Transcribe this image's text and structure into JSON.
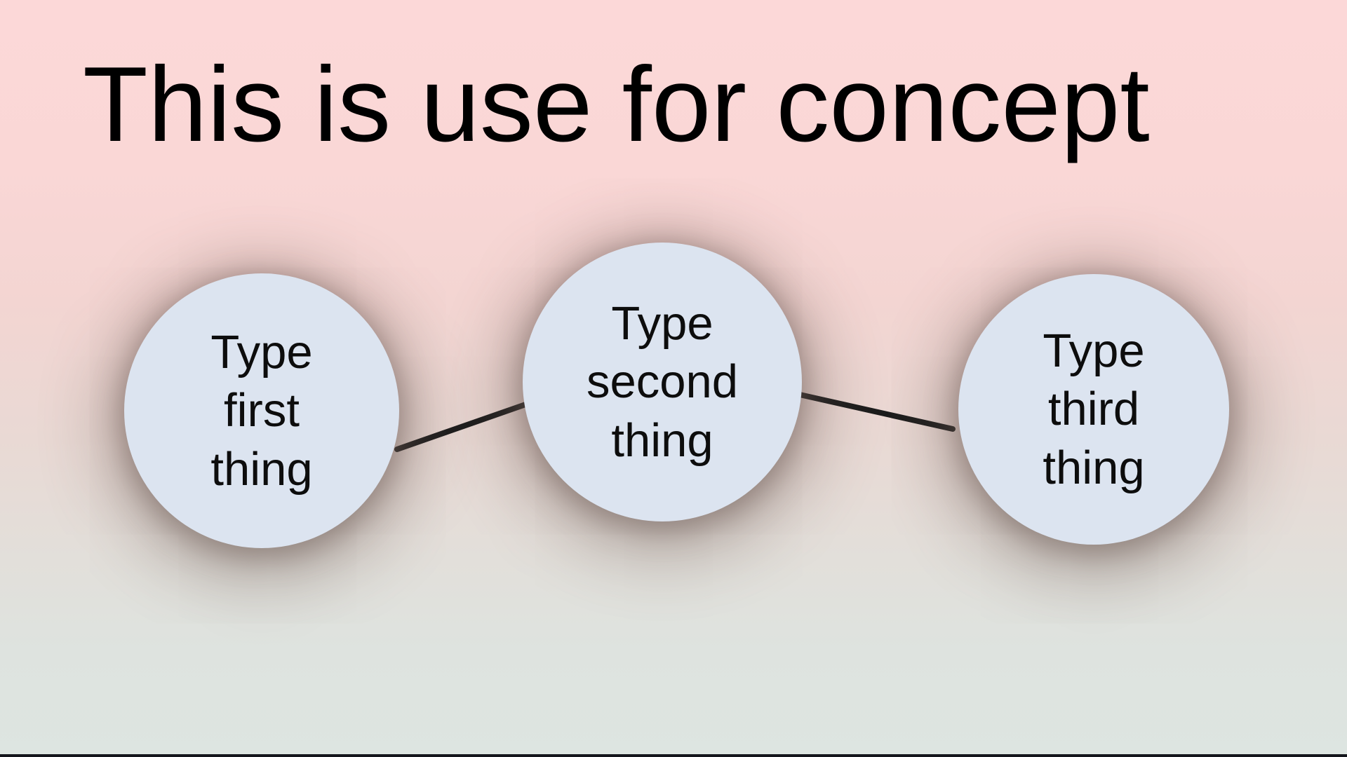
{
  "slide": {
    "title": "This is use for concept",
    "title_color": "#000000",
    "background_top_color": "#fcd8d8",
    "background_bottom_color": "#dde5e1",
    "bottom_bar_color": "#14161c"
  },
  "diagram": {
    "node_fill_color": "#dce4f0",
    "node_text_color": "#0d0d0d",
    "connector_color": "#1c1c1c",
    "nodes": [
      {
        "id": "first",
        "label": "Type first thing"
      },
      {
        "id": "second",
        "label": "Type second thing"
      },
      {
        "id": "third",
        "label": "Type third thing"
      }
    ],
    "connectors": [
      {
        "from": "first",
        "to": "second"
      },
      {
        "from": "second",
        "to": "third"
      }
    ]
  }
}
